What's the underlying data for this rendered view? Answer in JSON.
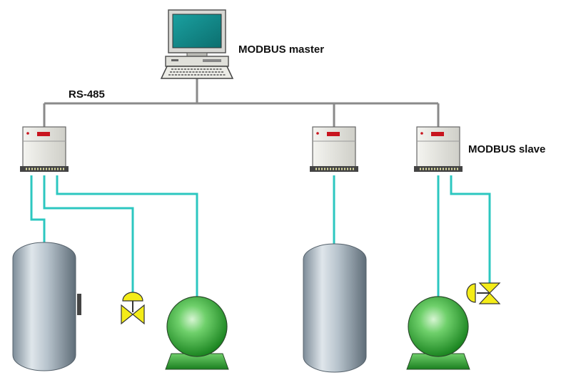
{
  "labels": {
    "master": "MODBUS master",
    "bus": "RS-485",
    "slave": "MODBUS slave"
  },
  "nodes": [
    {
      "type": "computer",
      "role": "master"
    },
    {
      "type": "controller",
      "role": "slave"
    },
    {
      "type": "controller",
      "role": "slave"
    },
    {
      "type": "controller",
      "role": "slave"
    },
    {
      "type": "tank"
    },
    {
      "type": "tank"
    },
    {
      "type": "valve"
    },
    {
      "type": "valve"
    },
    {
      "type": "pump"
    },
    {
      "type": "pump"
    }
  ],
  "colors": {
    "bus_line": "#8a8a8a",
    "field_wire": "#2cc7c0",
    "tank": "#b8c5ce",
    "pump": "#4fbf4f",
    "valve": "#f4ec18",
    "screen": "#138a8a",
    "controller_display": "#c8141e"
  }
}
